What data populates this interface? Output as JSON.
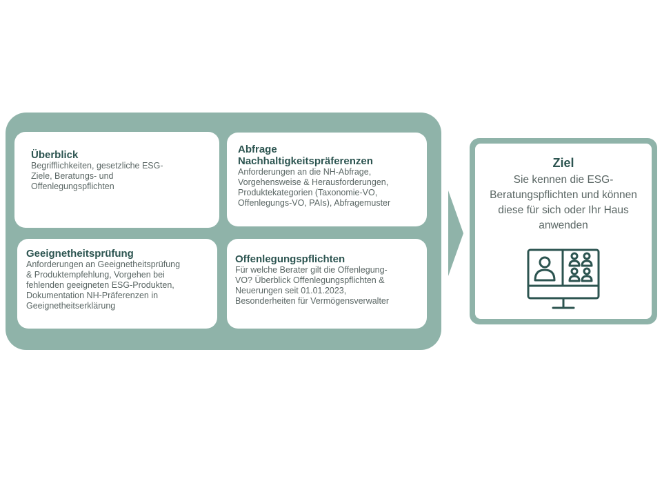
{
  "modules": [
    {
      "title": "Überblick",
      "lines": [
        "Begrifflichkeiten, gesetzliche ESG-",
        "Ziele, Beratungs- und",
        "Offenlegungspflichten"
      ]
    },
    {
      "title_lines": [
        "Abfrage",
        "Nachhaltigkeitspräferenzen"
      ],
      "lines": [
        "Anforderungen an die NH-Abfrage,",
        "Vorgehensweise & Herausforderungen,",
        "Produktekategorien (Taxonomie-VO,",
        "Offenlegungs-VO, PAIs), Abfragemuster"
      ]
    },
    {
      "title": "Geeignetheitsprüfung",
      "lines": [
        "Anforderungen an Geeignetheitsprüfung",
        "& Produktempfehlung, Vorgehen bei",
        "fehlenden geeigneten ESG-Produkten,",
        "Dokumentation NH-Präferenzen in",
        "Geeignetheitserklärung"
      ]
    },
    {
      "title": "Offenlegungspflichten",
      "lines": [
        "Für welche Berater gilt die Offenlegung-",
        "VO? Überblick Offenlegungspflichten &",
        "Neuerungen seit 01.01.2023,",
        "Besonderheiten für Vermögensverwalter"
      ]
    }
  ],
  "goal": {
    "title": "Ziel",
    "lines": [
      "Sie kennen die ESG-",
      "Beratungspflichten und können",
      "diese für sich oder Ihr Haus",
      "anwenden"
    ],
    "icon": "video-conference-monitor-icon"
  },
  "colors": {
    "frame": "#8fb3a9",
    "heading": "#2c5450",
    "icon": "#2c5450"
  }
}
